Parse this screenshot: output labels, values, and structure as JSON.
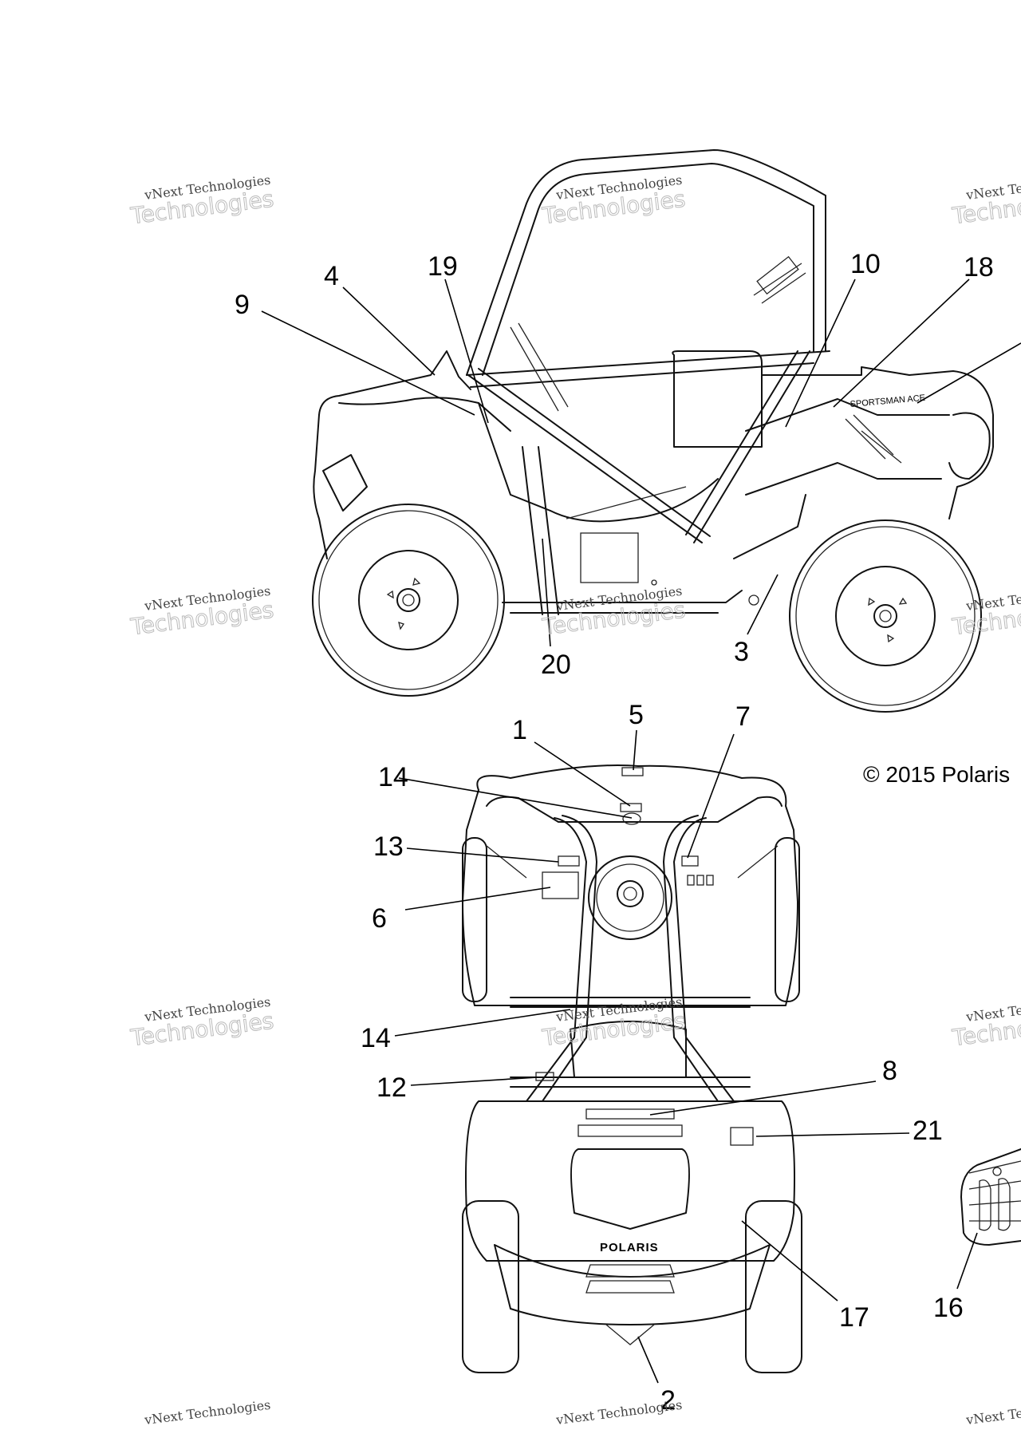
{
  "callouts": [
    {
      "id": "1",
      "label": "1"
    },
    {
      "id": "2",
      "label": "2"
    },
    {
      "id": "3",
      "label": "3"
    },
    {
      "id": "4",
      "label": "4"
    },
    {
      "id": "5",
      "label": "5"
    },
    {
      "id": "6",
      "label": "6"
    },
    {
      "id": "7",
      "label": "7"
    },
    {
      "id": "8",
      "label": "8"
    },
    {
      "id": "9",
      "label": "9"
    },
    {
      "id": "10",
      "label": "10"
    },
    {
      "id": "12",
      "label": "12"
    },
    {
      "id": "13",
      "label": "13"
    },
    {
      "id": "14a",
      "label": "14"
    },
    {
      "id": "14b",
      "label": "14"
    },
    {
      "id": "16",
      "label": "16"
    },
    {
      "id": "17",
      "label": "17"
    },
    {
      "id": "18",
      "label": "18"
    },
    {
      "id": "19",
      "label": "19"
    },
    {
      "id": "20",
      "label": "20"
    },
    {
      "id": "21",
      "label": "21"
    }
  ],
  "decal_text": "SPORTSMAN ACE",
  "brand_text": "POLARIS",
  "copyright": "© 2015 Polaris",
  "watermark": {
    "line1": "vNext Technologies",
    "line2": "Technologies"
  }
}
